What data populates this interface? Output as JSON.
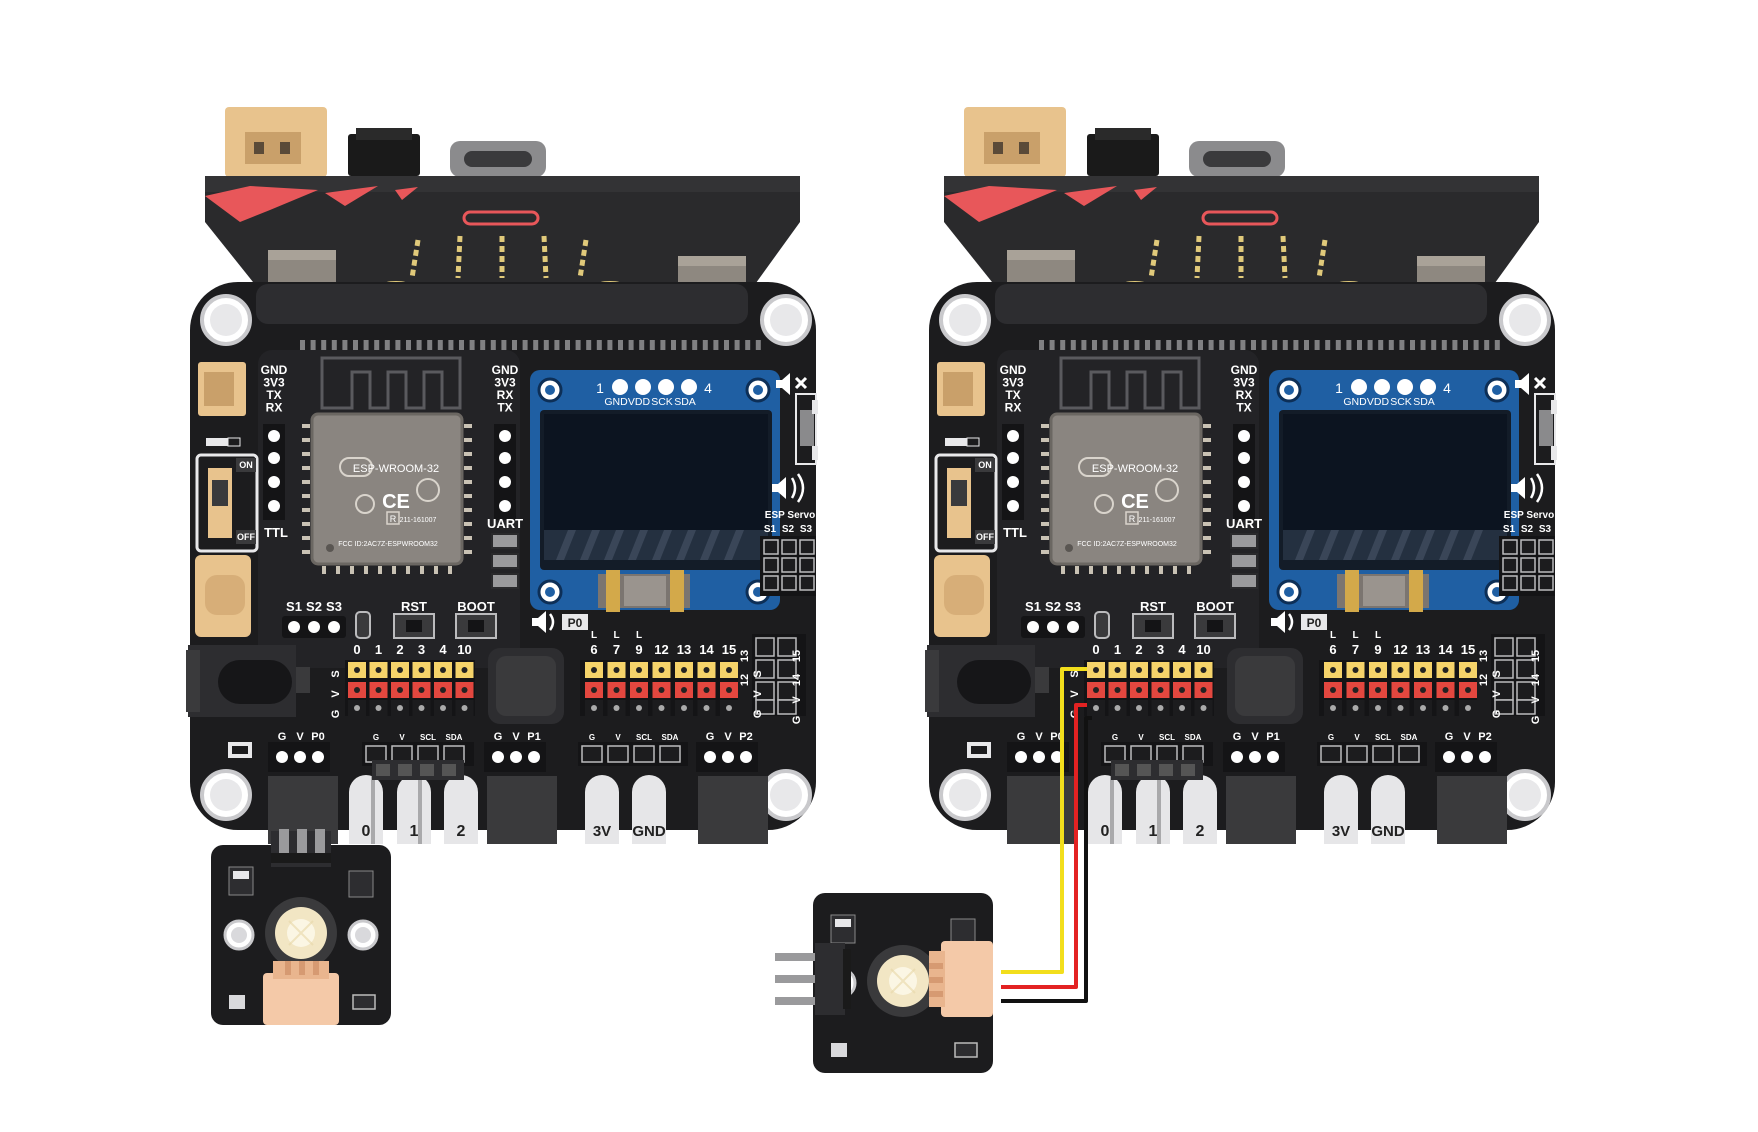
{
  "board": {
    "ttl_pins": [
      "GND",
      "3V3",
      "TX",
      "RX"
    ],
    "ttl_label": "TTL",
    "uart_pins": [
      "GND",
      "3V3",
      "RX",
      "TX"
    ],
    "uart_label": "UART",
    "module_name": "ESP-WROOM-32",
    "module_code": "211-161007",
    "fcc": "FCC ID:2AC7Z-ESPWROOM32",
    "ce_mark": "CE",
    "r_mark": "R",
    "switch_on": "ON",
    "switch_off": "OFF",
    "s_buttons": [
      "S1",
      "S2",
      "S3"
    ],
    "rst": "RST",
    "boot": "BOOT",
    "oled_num_left": "1",
    "oled_num_right": "4",
    "oled_pins": [
      "GND",
      "VDD",
      "SCK",
      "SDA"
    ],
    "esp_servo": "ESP Servo",
    "servo_pins": [
      "S1",
      "S2",
      "S3"
    ],
    "p0_speaker": "P0",
    "pins_left": [
      "0",
      "1",
      "2",
      "3",
      "4",
      "10"
    ],
    "pins_right": [
      "6",
      "7",
      "9",
      "12",
      "13",
      "14",
      "15"
    ],
    "l_marks": [
      "L",
      "L",
      "L"
    ],
    "svg_col": [
      "S",
      "V",
      "G"
    ],
    "side_pins_a": [
      "13",
      "12"
    ],
    "side_pins_b": [
      "15",
      "14"
    ],
    "gvp0": [
      "G",
      "V",
      "P0"
    ],
    "gvp1": [
      "G",
      "V",
      "P1"
    ],
    "gvp2": [
      "G",
      "V",
      "P2"
    ],
    "i2c_left": [
      "G",
      "V",
      "SCL",
      "SDA"
    ],
    "i2c_right": [
      "G",
      "V",
      "SCL",
      "SDA"
    ],
    "edge_pads": [
      "0",
      "1",
      "2",
      "3V",
      "GND"
    ]
  },
  "colors": {
    "board": "#1c1c1e",
    "microbit": "#2a2a2c",
    "accent": "#e8575a",
    "oled_blue": "#1f5fa3",
    "header_yellow": "#f5d36a",
    "header_red": "#e3473f",
    "wire_yellow": "#f2de1c",
    "wire_red": "#e32222",
    "wire_black": "#111111"
  }
}
